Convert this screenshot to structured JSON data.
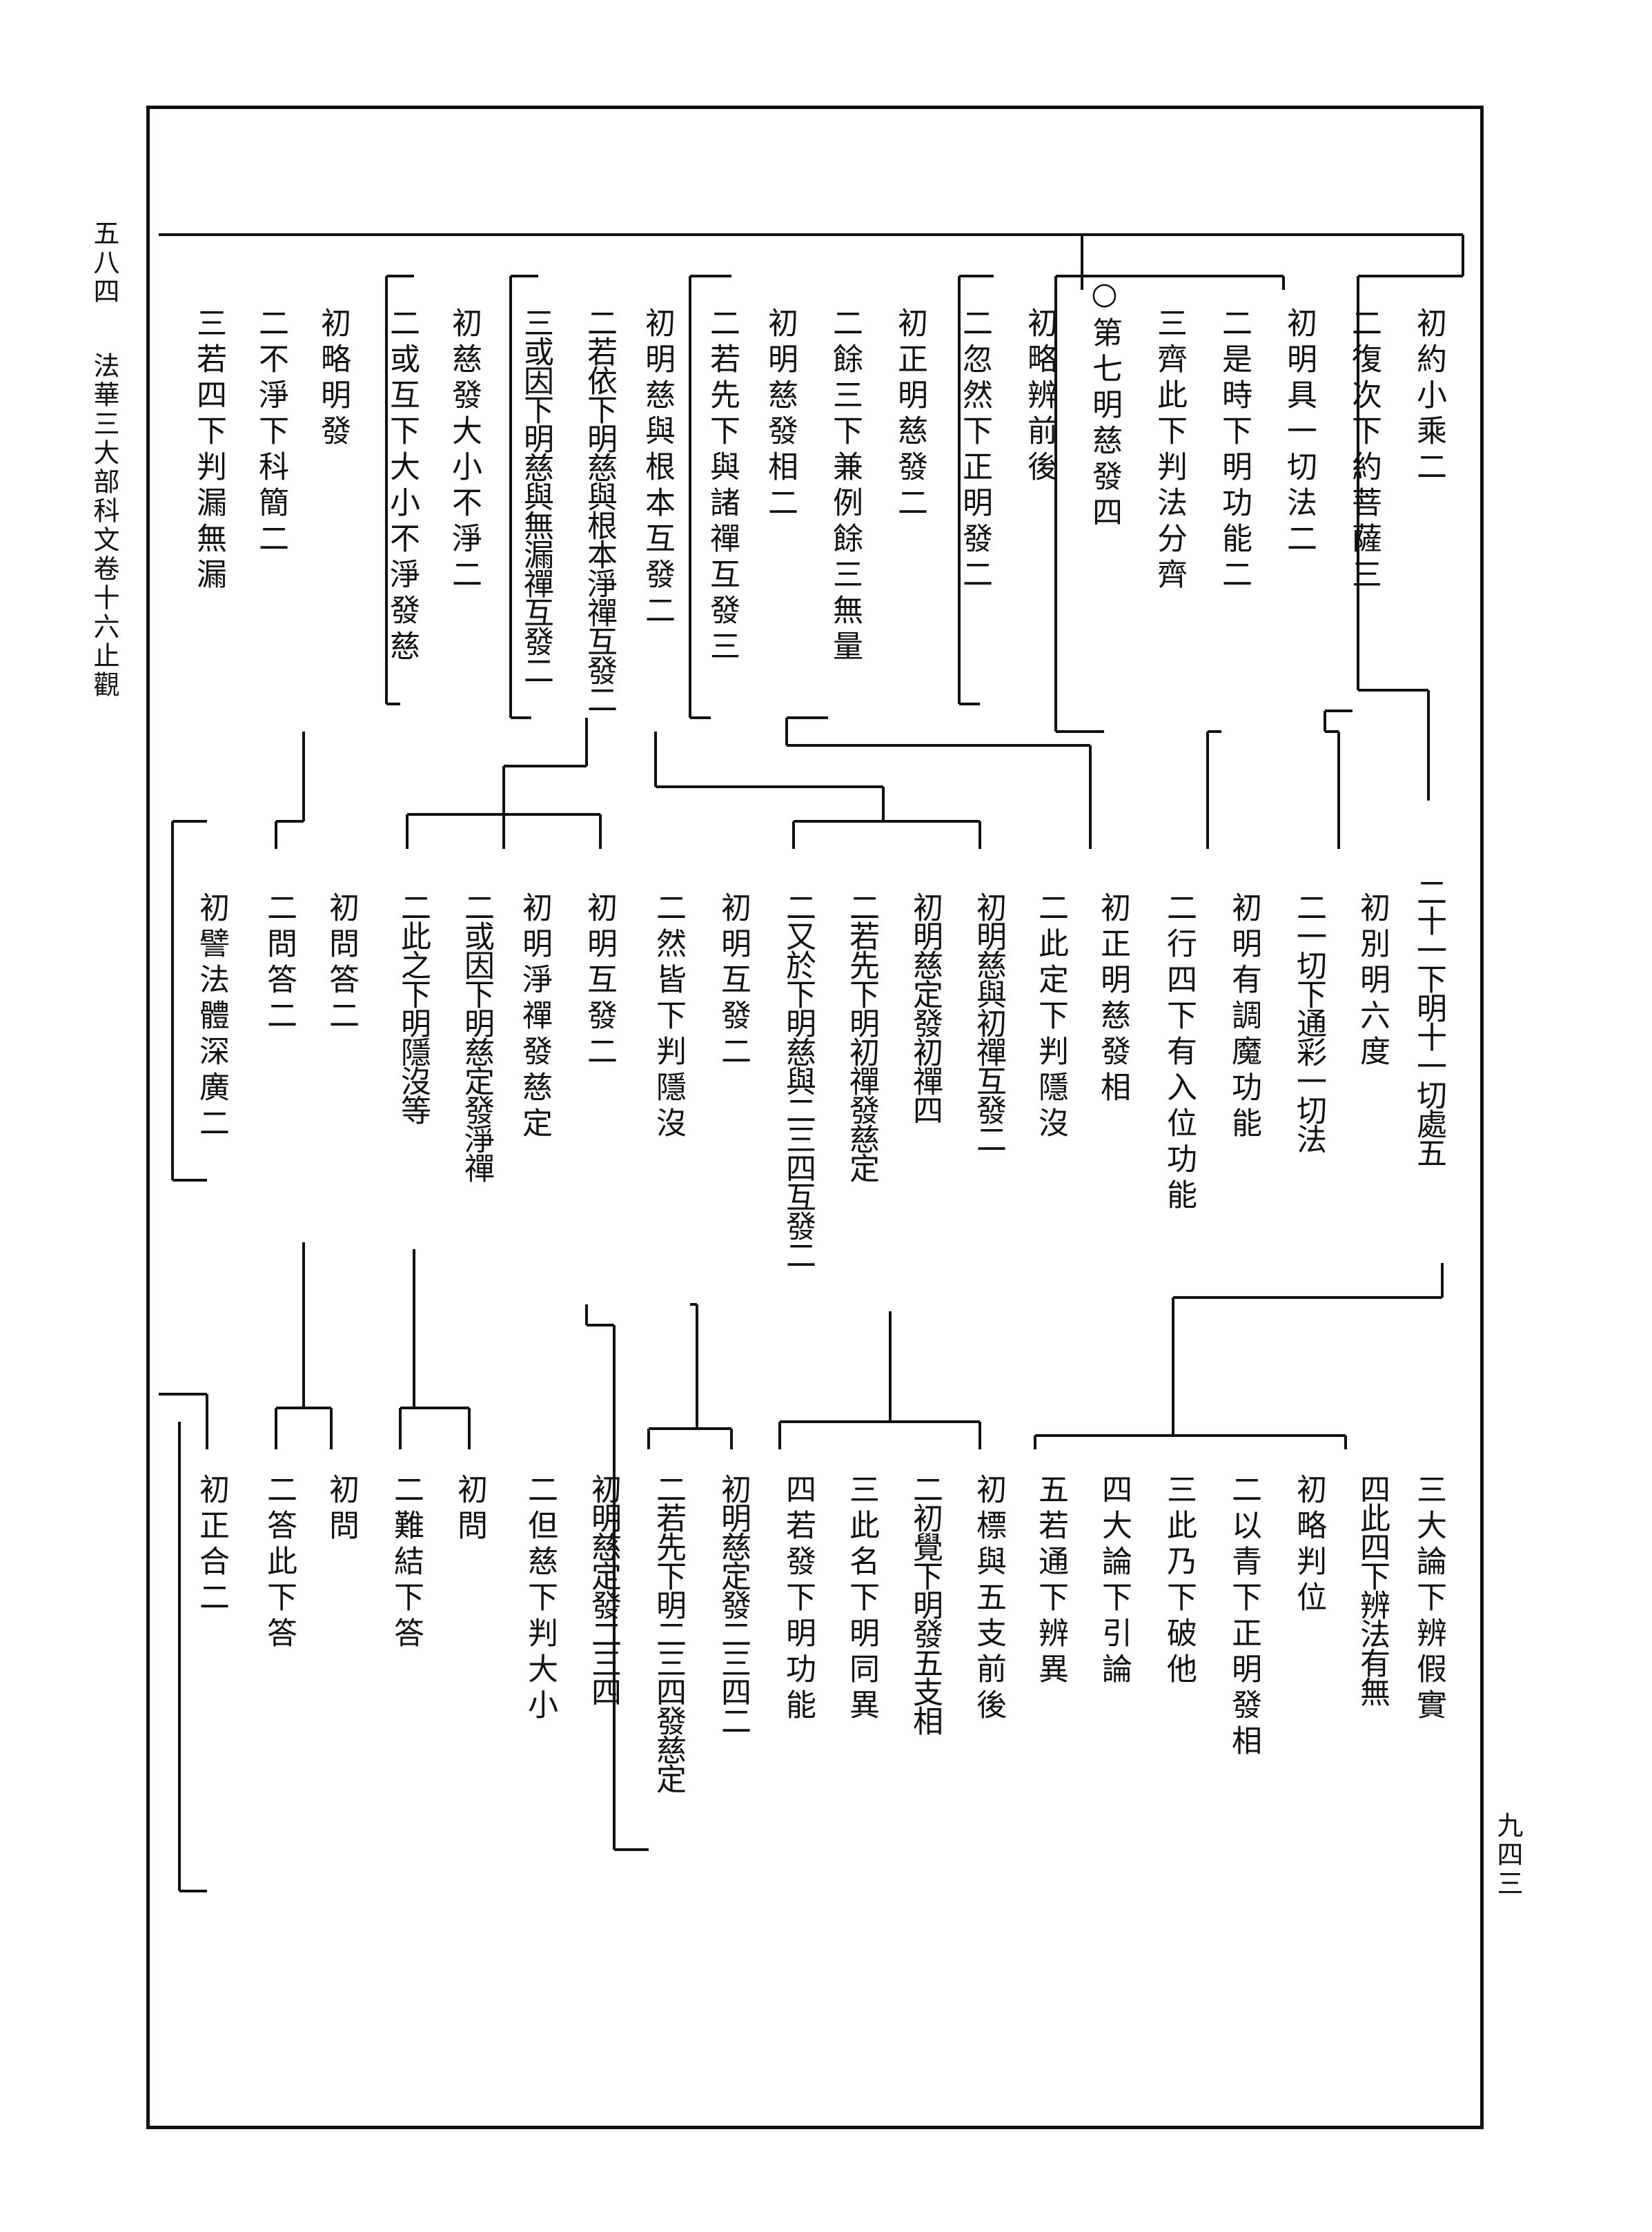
{
  "margin": {
    "left_top": "五八四",
    "left_title": "法華三大部科文卷十六止觀",
    "right_page": "九四三"
  },
  "tiers": [
    {
      "entries": [
        "初約小乘二",
        "二復次下約菩薩三",
        "初明具一切法二",
        "二是時下明功能二",
        "三齊此下判法分齊",
        "○第七明慈發四",
        "初略辨前後",
        "二忽然下正明發二",
        "初正明慈發二",
        "二餘三下兼例餘三無量",
        "初明慈發相二",
        "二若先下與諸禪互發三",
        "初明慈與根本互發二",
        "二若依下明慈與根本淨禪互發二",
        "三或因下明慈與無漏禪互發二",
        "初慈發大小不淨二",
        "二或互下大小不淨發慈",
        "初略明發",
        "二不淨下科簡二",
        "三若四下判漏無漏"
      ]
    },
    {
      "entries": [
        "二十一下明十一切處五",
        "初別明六度",
        "二一切下通彩一切法",
        "初明有調魔功能",
        "二行四下有入位功能",
        "初正明慈發相",
        "二此定下判隱沒",
        "初明慈與初禪互發二",
        "初明慈定發初禪四",
        "二若先下明初禪發慈定",
        "二又於下明慈與二三四互發二",
        "初明互發二",
        "二然皆下判隱沒",
        "初明互發二",
        "初明淨禪發慈定",
        "二或因下明慈定發淨禪",
        "二此之下明隱沒等",
        "初問答二",
        "二問答二",
        "初譬法體深廣二"
      ]
    },
    {
      "entries": [
        "三大論下辨假實",
        "四此四下辨法有無",
        "初略判位",
        "二以青下正明發相",
        "三此乃下破他",
        "四大論下引論",
        "五若通下辨異",
        "初標與五支前後",
        "二初覺下明發五支相",
        "三此名下明同異",
        "四若發下明功能",
        "初明慈定發二三四二",
        "二若先下明二三四發慈定",
        "初明慈定發二三四",
        "二但慈下判大小",
        "初問",
        "二難結下答",
        "初問",
        "二答此下答",
        "初正合二"
      ]
    }
  ]
}
